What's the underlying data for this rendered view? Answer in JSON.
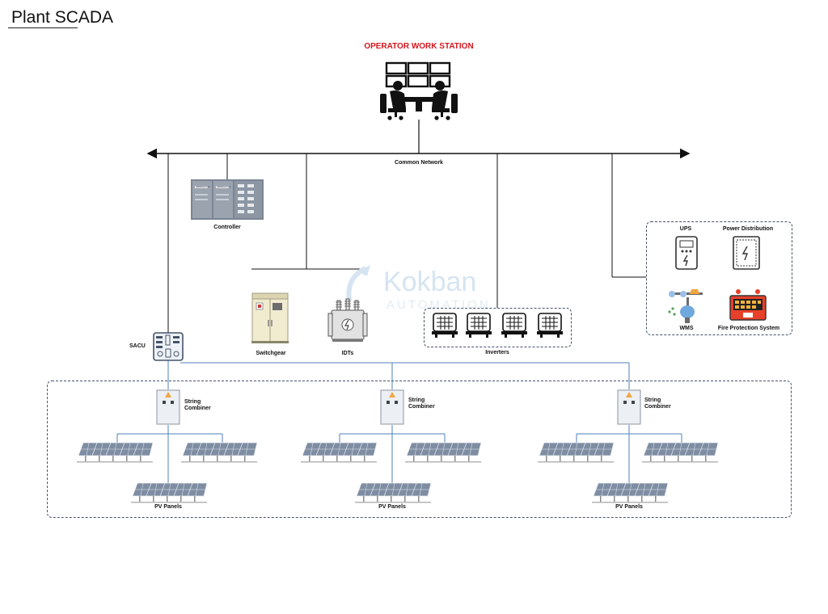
{
  "page": {
    "title": "Plant SCADA"
  },
  "workstation": {
    "label": "OPERATOR WORK STATION",
    "color": "#d4161c"
  },
  "network": {
    "label": "Common Network"
  },
  "controller": {
    "label": "Controller",
    "module_texts": [
      "SIEMENS PLC",
      "SIEMENS PLC"
    ]
  },
  "substation": {
    "switchgear": {
      "label": "Switchgear"
    },
    "idts": {
      "label": "IDTs"
    }
  },
  "inverters": {
    "label": "Inverters",
    "count": 4
  },
  "auxiliary": {
    "ups": {
      "label": "UPS"
    },
    "power_distribution": {
      "label": "Power Distribution"
    },
    "wms": {
      "label": "WMS"
    },
    "fire_protection": {
      "label": "Fire Protection System"
    }
  },
  "sacu": {
    "label": "SACU"
  },
  "watermark": {
    "line1": "Kokban",
    "line2": "AUTOMATION"
  },
  "field": {
    "groups": [
      {
        "combiner_label": "String Combiner",
        "pv_label": "PV Panels"
      },
      {
        "combiner_label": "String Combiner",
        "pv_label": "PV Panels"
      },
      {
        "combiner_label": "String Combiner",
        "pv_label": "PV Panels"
      }
    ]
  },
  "colors": {
    "line": "#111111",
    "field_line": "#4f81bd",
    "box_border": "#44546a"
  },
  "icons": [
    "operator-workstation-icon",
    "controller-icon",
    "switchgear-icon",
    "transformer-icon",
    "inverter-icon",
    "ups-icon",
    "power-distribution-icon",
    "wms-icon",
    "fire-protection-icon",
    "sacu-icon",
    "string-combiner-icon",
    "pv-panel-icon"
  ]
}
